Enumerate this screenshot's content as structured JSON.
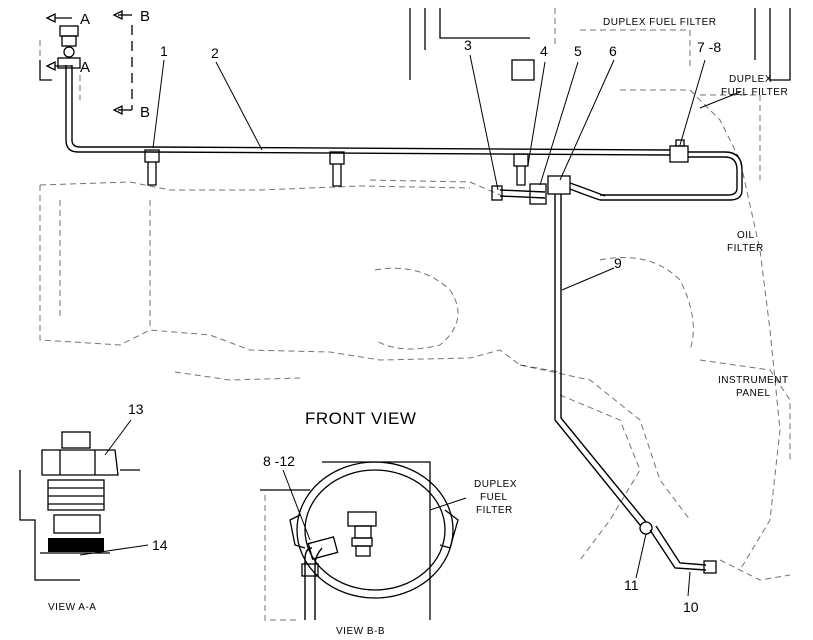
{
  "part_labels": [
    "1",
    "2",
    "3",
    "4",
    "5",
    "6",
    "7 -8",
    "9",
    "10",
    "11",
    "13",
    "14",
    "8 -12"
  ],
  "section_marks": {
    "a": "A",
    "b": "B"
  },
  "titles": {
    "front_view": "FRONT VIEW",
    "view_aa": "VIEW  A-A",
    "view_bb": "VIEW  B-B"
  },
  "callouts": {
    "duplex_fuel_filter_top": "DUPLEX FUEL FILTER",
    "duplex_right_1": "DUPLEX",
    "duplex_right_2": "FUEL FILTER",
    "oil_filter_1": "OIL",
    "oil_filter_2": "FILTER",
    "instrument_panel_1": "INSTRUMENT",
    "instrument_panel_2": "PANEL",
    "duplex_bb_1": "DUPLEX",
    "duplex_bb_2": "FUEL",
    "duplex_bb_3": "FILTER"
  }
}
